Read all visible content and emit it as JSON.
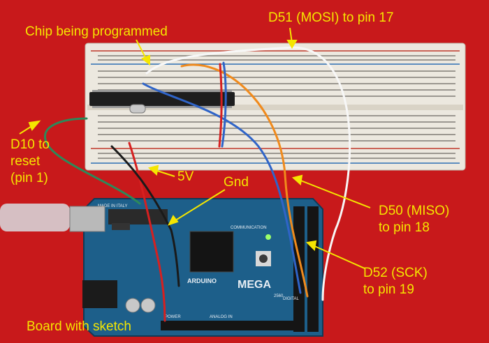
{
  "labels": {
    "chip": "Chip being programmed",
    "mosi": "D51 (MOSI) to pin 17",
    "d10_line1": "D10 to",
    "d10_line2": "reset",
    "d10_line3": "(pin 1)",
    "five_v": "5V",
    "gnd": "Gnd",
    "miso_line1": "D50 (MISO)",
    "miso_line2": "to pin 18",
    "sck_line1": "D52 (SCK)",
    "sck_line2": "to pin 19",
    "board": "Board with sketch"
  },
  "board_print": {
    "brand": "ARDUINO",
    "model": "MEGA",
    "origin": "MADE IN ITALY",
    "comm": "COMMUNICATION",
    "power": "POWER",
    "analog": "ANALOG IN",
    "digital": "DIGITAL",
    "rev": "2560"
  },
  "colors": {
    "background": "#c8191b",
    "label": "#f5e600",
    "board": "#1d5f8a",
    "breadboard": "#ece8df"
  }
}
